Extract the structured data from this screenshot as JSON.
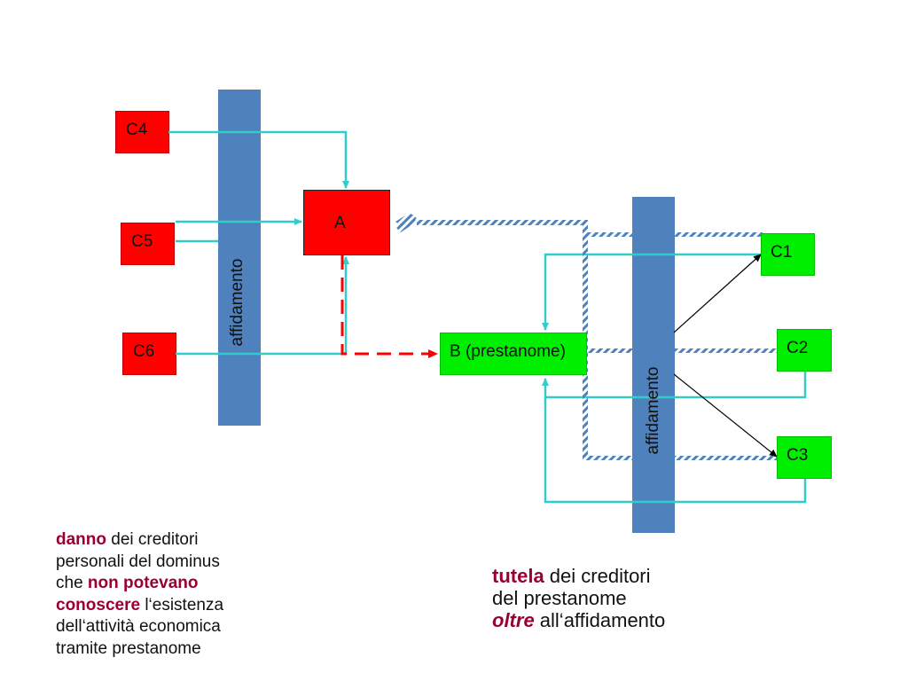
{
  "nodes": {
    "c4": "C4",
    "c5": "C5",
    "c6": "C6",
    "a": "A",
    "b": "B (prestanome)",
    "c1": "C1",
    "c2": "C2",
    "c3": "C3"
  },
  "bars": {
    "left_label": "affidamento",
    "right_label": "affidamento"
  },
  "left_text": {
    "l1_bold": "danno",
    "l1_rest": " dei creditori",
    "l2": "personali del dominus",
    "l3_pre": "che ",
    "l3_bold": "non potevano",
    "l4_bold": "conoscere",
    "l4_rest": " l‘esistenza",
    "l5": "dell‘attività economica",
    "l6": "tramite prestanome"
  },
  "right_text": {
    "l1_bold": "tutela",
    "l1_rest": " dei creditori",
    "l2": "del prestanome",
    "l3_italic": "oltre",
    "l3_rest": " all‘affidamento"
  },
  "colors": {
    "cyan": "#33cccc",
    "blue_bar": "#4f81bd",
    "red": "#ff0000",
    "green": "#00ee00",
    "hatch_blue": "#4f81bd",
    "accent_text": "#990033"
  }
}
